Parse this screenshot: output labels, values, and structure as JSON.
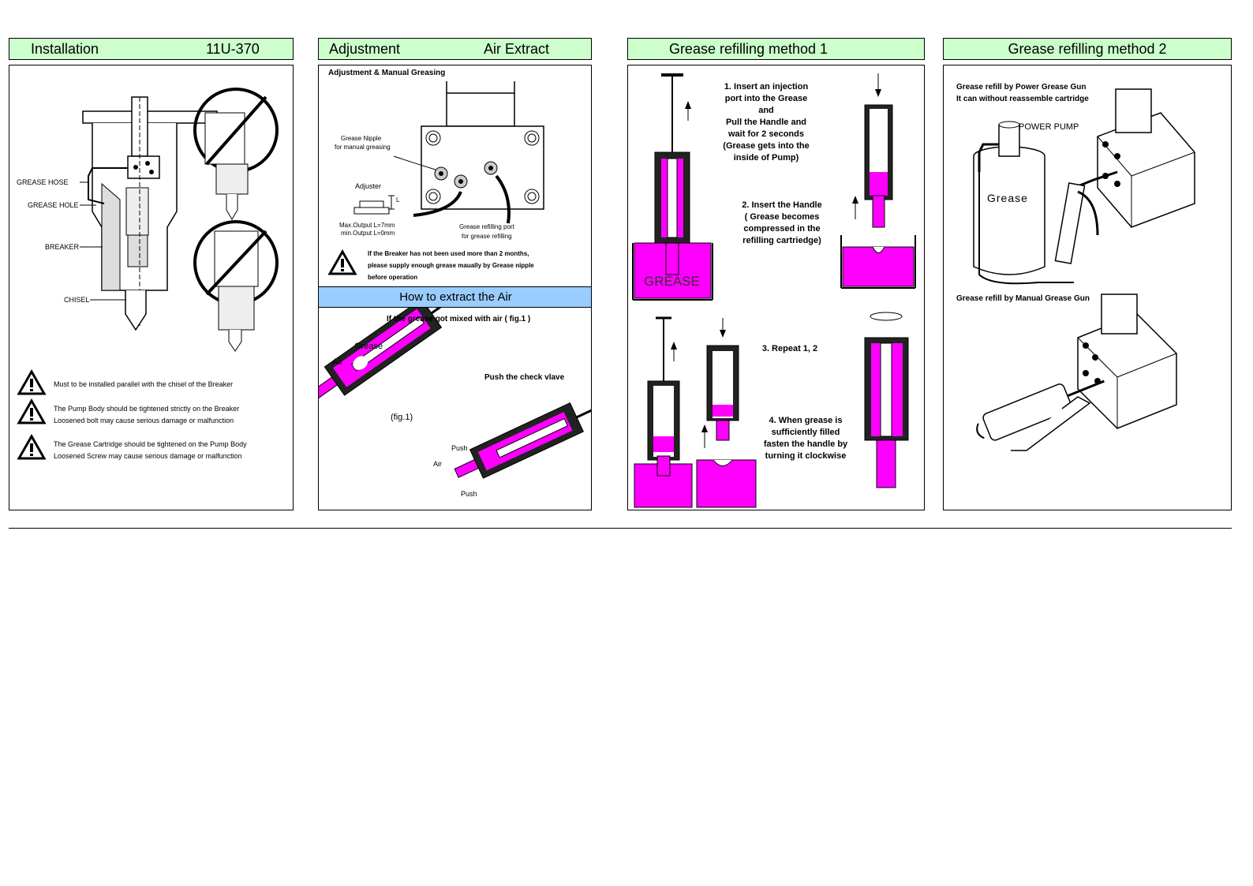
{
  "panels": {
    "installation": {
      "title": "Installation",
      "model": "11U-370",
      "labels": {
        "grease_hose": "GREASE HOSE",
        "grease_hole": "GREASE HOLE",
        "breaker": "BREAKER",
        "chisel": "CHISEL"
      },
      "warnings": [
        {
          "line1": "Must to be installed parallel with  the chisel of the Breaker",
          "line2": ""
        },
        {
          "line1": "The Pump Body should be tightened strictly on the Breaker",
          "line2": "Loosened bolt may cause serious damage or malfunction"
        },
        {
          "line1": "The Grease Cartridge should be tightened on the Pump Body",
          "line2": "Loosened Screw may cause serious damage or malfunction"
        }
      ]
    },
    "adjustment": {
      "title": "Adjustment",
      "title_right": "Air Extract",
      "subtitle": "Adjustment & Manual Greasing",
      "nipple_label1": "Grease Nipple",
      "nipple_label2": "for manual greasing",
      "adjuster_label": "Adjuster",
      "l_label": "L",
      "max_output": "Max.Output    L=7mm",
      "min_output": "min.Output    L=0mm",
      "refill_port1": "Grease refilling port",
      "refill_port2": "for grease refilling",
      "warning_line1": "If the Breaker has not been used more than 2 months,",
      "warning_line2": "please supply enough grease maually by Grease nipple",
      "warning_line3": "before operation",
      "air_bar": "How to extract the Air",
      "air_subtitle": "If the grease got mixed with air ( fig.1 )",
      "grease_lbl": "Grease",
      "air_lbl": "Air",
      "fig_lbl": "(fig.1)",
      "push_check": "Push the check vlave",
      "push1": "Push",
      "air2": "Air",
      "push2": "Push"
    },
    "method1": {
      "title": "Grease refilling method 1",
      "grease_tank": "GREASE",
      "step1": [
        "1. Insert an injection",
        "port into the Grease",
        "and",
        "Pull the Handle and",
        "wait for 2 seconds",
        "(Grease gets into the",
        "inside of Pump)"
      ],
      "step2": [
        "2. Insert the Handle",
        "( Grease becomes",
        "compressed in the",
        "refilling cartriedge)"
      ],
      "step3": [
        "3. Repeat 1, 2"
      ],
      "step4": [
        "4. When grease is",
        "sufficiently filled",
        "fasten the handle by",
        "turning it clockwise"
      ]
    },
    "method2": {
      "title": "Grease refilling method 2",
      "power_line1": "Grease refill by Power Grease Gun",
      "power_line2": "It can without reassemble cartridge",
      "power_pump": "POWER PUMP",
      "grease_can": "Grease",
      "manual_line": "Grease refill by Manual Grease Gun"
    }
  },
  "colors": {
    "header_bg": "#ccffcc",
    "air_bar_bg": "#99ccff",
    "grease": "#ff00ff"
  }
}
